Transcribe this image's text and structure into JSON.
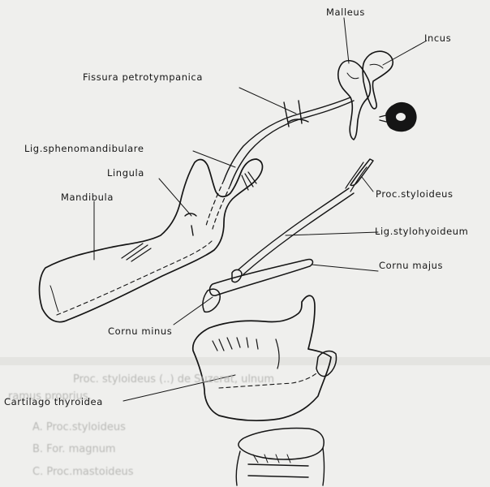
{
  "labels": {
    "malleus": "Malleus",
    "incus": "Incus",
    "fissura": "Fissura petrotympanica",
    "lig_spheno": "Lig.sphenomandibulare",
    "lingula": "Lingula",
    "mandibula": "Mandibula",
    "proc_styloideus": "Proc.styloideus",
    "lig_stylohyoideum": "Lig.stylohyoideum",
    "cornu_majus": "Cornu majus",
    "cornu_minus": "Cornu minus",
    "cartilago": "Cartilago thyroidea"
  },
  "bleed_through": {
    "line1": "Proc. styloideus (..) de Suzerat, ulnum",
    "line2": "ramus proprius.",
    "option_a": "A.  Proc.styloideus",
    "option_b": "B.  For. magnum",
    "option_c": "C.  Proc.mastoideus"
  },
  "colors": {
    "ink": "#151515",
    "paper": "#efefed",
    "bleed": "#b9b9b6"
  }
}
